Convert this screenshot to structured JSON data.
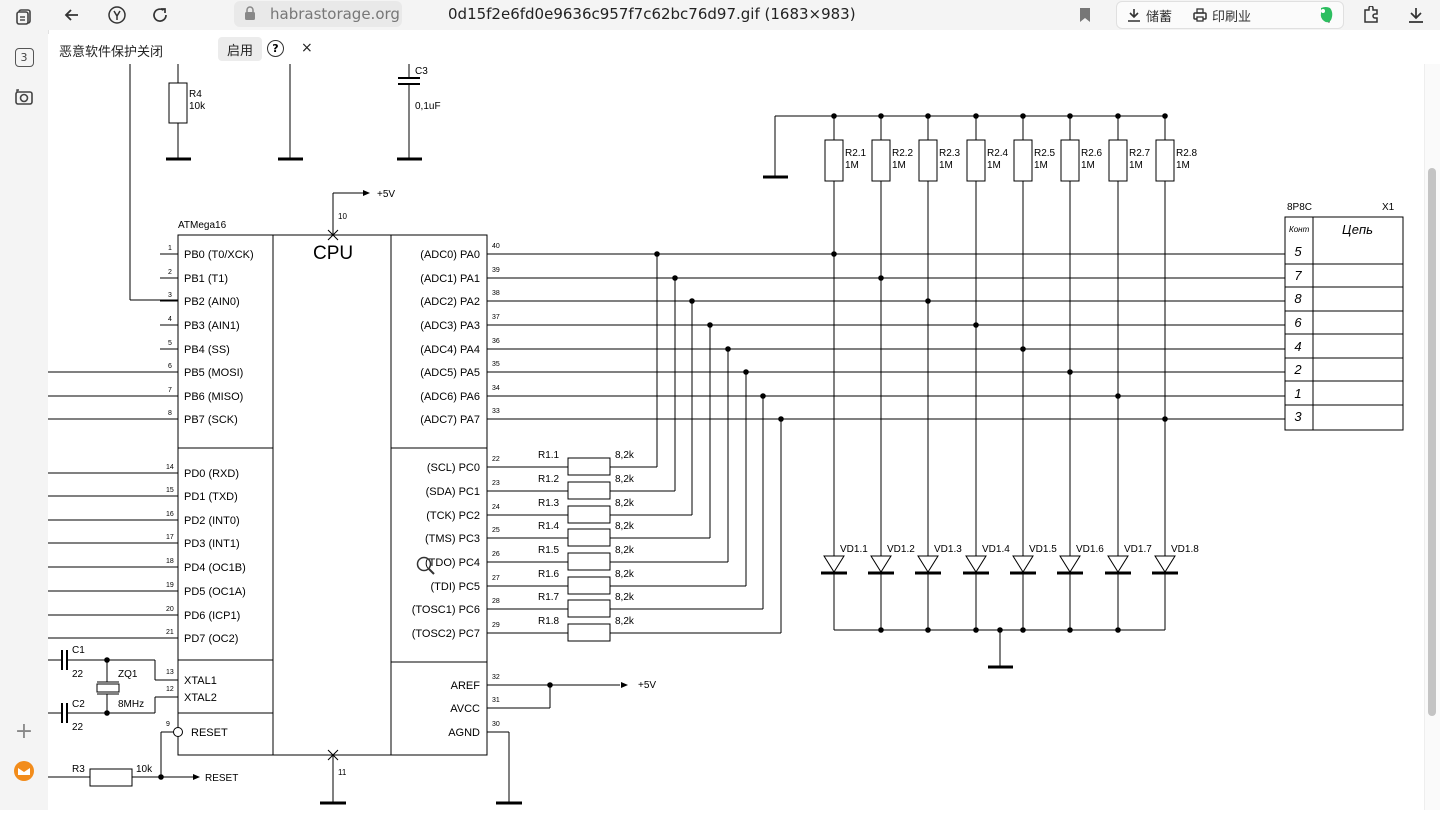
{
  "browser": {
    "url": "habrastorage.org",
    "tab_title": "0d15f2e6fd0e9636c957f7c62bc76d97.gif (1683×983)",
    "save_label": "储蓄",
    "print_label": "印刷业",
    "tab_count": "3"
  },
  "security_bar": {
    "text": "恶意软件保护关闭",
    "enable_label": "启用",
    "help_label": "?",
    "close_label": "×"
  },
  "schematic": {
    "cpu_label": "CPU",
    "chip_label": "ATMega16",
    "pin10_label": "10",
    "pin11_label": "11",
    "vcc_label": "+5V",
    "aref_vcc_label": "+5V",
    "reset_out_label": "RESET",
    "r4_name": "R4",
    "r4_value": "10k",
    "c3_name": "C3",
    "c3_value": "0,1uF",
    "c1_name": "C1",
    "c1_value": "22",
    "c2_name": "C2",
    "c2_value": "22",
    "zq1_name": "ZQ1",
    "zq1_value": "8MHz",
    "r3_name": "R3",
    "r3_value": "10k",
    "connector_name": "8P8C",
    "connector_ref": "X1",
    "connector_col1": "Конт",
    "connector_col2": "Цепь",
    "connector_pins": [
      "5",
      "7",
      "8",
      "6",
      "4",
      "2",
      "1",
      "3"
    ],
    "left_pins_b": [
      {
        "num": "1",
        "label": "PB0 (T0/XCK)"
      },
      {
        "num": "2",
        "label": "PB1 (T1)"
      },
      {
        "num": "3",
        "label": "PB2 (AIN0)"
      },
      {
        "num": "4",
        "label": "PB3 (AIN1)"
      },
      {
        "num": "5",
        "label": "PB4 (SS)"
      },
      {
        "num": "6",
        "label": "PB5 (MOSI)"
      },
      {
        "num": "7",
        "label": "PB6 (MISO)"
      },
      {
        "num": "8",
        "label": "PB7 (SCK)"
      }
    ],
    "left_pins_d": [
      {
        "num": "14",
        "label": "PD0 (RXD)"
      },
      {
        "num": "15",
        "label": "PD1 (TXD)"
      },
      {
        "num": "16",
        "label": "PD2 (INT0)"
      },
      {
        "num": "17",
        "label": "PD3 (INT1)"
      },
      {
        "num": "18",
        "label": "PD4 (OC1B)"
      },
      {
        "num": "19",
        "label": "PD5 (OC1A)"
      },
      {
        "num": "20",
        "label": "PD6 (ICP1)"
      },
      {
        "num": "21",
        "label": "PD7 (OC2)"
      }
    ],
    "left_pins_misc": [
      {
        "num": "13",
        "label": "XTAL1"
      },
      {
        "num": "12",
        "label": "XTAL2"
      },
      {
        "num": "9",
        "label": "RESET"
      }
    ],
    "right_pins_a": [
      {
        "num": "40",
        "label": "(ADC0) PA0"
      },
      {
        "num": "39",
        "label": "(ADC1) PA1"
      },
      {
        "num": "38",
        "label": "(ADC2) PA2"
      },
      {
        "num": "37",
        "label": "(ADC3) PA3"
      },
      {
        "num": "36",
        "label": "(ADC4) PA4"
      },
      {
        "num": "35",
        "label": "(ADC5) PA5"
      },
      {
        "num": "34",
        "label": "(ADC6) PA6"
      },
      {
        "num": "33",
        "label": "(ADC7) PA7"
      }
    ],
    "right_pins_c": [
      {
        "num": "22",
        "label": "(SCL) PC0"
      },
      {
        "num": "23",
        "label": "(SDA) PC1"
      },
      {
        "num": "24",
        "label": "(TCK) PC2"
      },
      {
        "num": "25",
        "label": "(TMS) PC3"
      },
      {
        "num": "26",
        "label": "(TDO) PC4"
      },
      {
        "num": "27",
        "label": "(TDI) PC5"
      },
      {
        "num": "28",
        "label": "(TOSC1) PC6"
      },
      {
        "num": "29",
        "label": "(TOSC2) PC7"
      }
    ],
    "right_pins_power": [
      {
        "num": "32",
        "label": "AREF"
      },
      {
        "num": "31",
        "label": "AVCC"
      },
      {
        "num": "30",
        "label": "AGND"
      }
    ],
    "r1": [
      {
        "name": "R1.1",
        "value": "8,2k"
      },
      {
        "name": "R1.2",
        "value": "8,2k"
      },
      {
        "name": "R1.3",
        "value": "8,2k"
      },
      {
        "name": "R1.4",
        "value": "8,2k"
      },
      {
        "name": "R1.5",
        "value": "8,2k"
      },
      {
        "name": "R1.6",
        "value": "8,2k"
      },
      {
        "name": "R1.7",
        "value": "8,2k"
      },
      {
        "name": "R1.8",
        "value": "8,2k"
      }
    ],
    "r2": [
      {
        "name": "R2.1",
        "value": "1M"
      },
      {
        "name": "R2.2",
        "value": "1M"
      },
      {
        "name": "R2.3",
        "value": "1M"
      },
      {
        "name": "R2.4",
        "value": "1M"
      },
      {
        "name": "R2.5",
        "value": "1M"
      },
      {
        "name": "R2.6",
        "value": "1M"
      },
      {
        "name": "R2.7",
        "value": "1M"
      },
      {
        "name": "R2.8",
        "value": "1M"
      }
    ],
    "vd": [
      "VD1.1",
      "VD1.2",
      "VD1.3",
      "VD1.4",
      "VD1.5",
      "VD1.6",
      "VD1.7",
      "VD1.8"
    ]
  }
}
